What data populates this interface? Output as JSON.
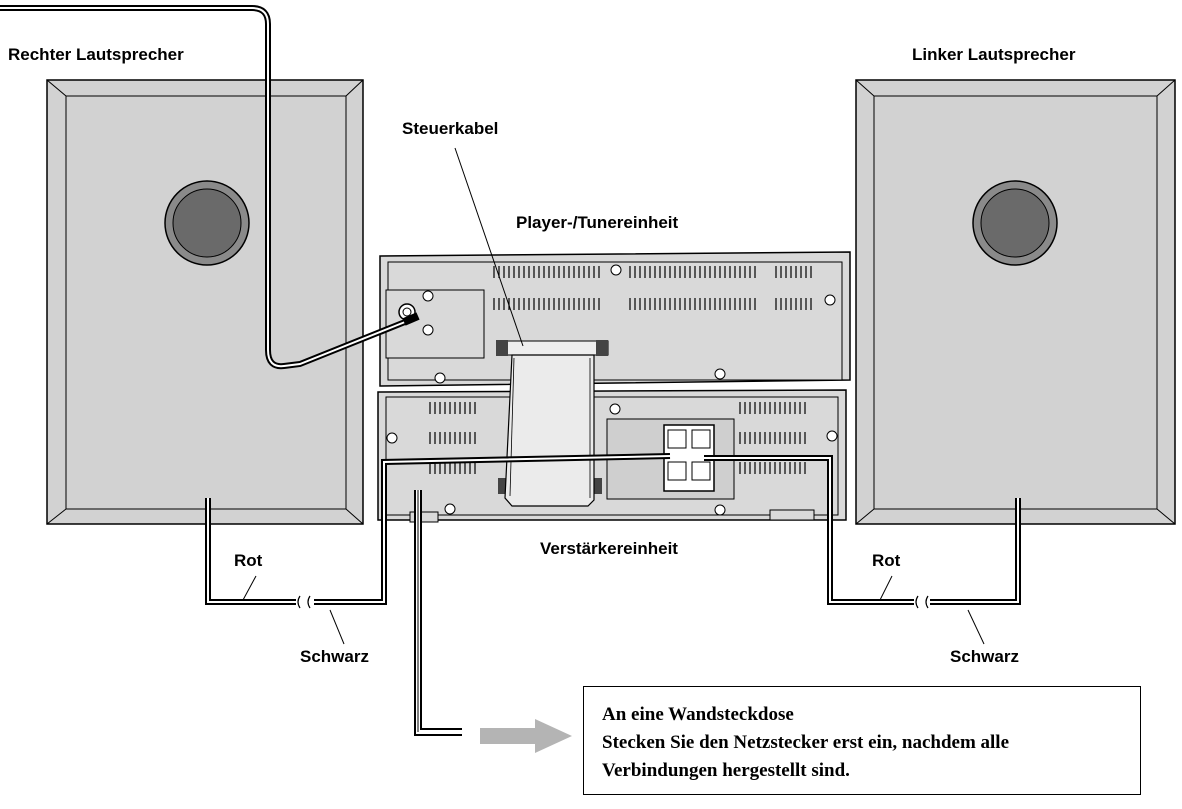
{
  "labels": {
    "right_speaker": "Rechter Lautsprecher",
    "left_speaker": "Linker Lautsprecher",
    "control_cable": "Steuerkabel",
    "player_tuner_unit": "Player-/Tunereinheit",
    "amplifier_unit": "Verstärkereinheit",
    "red_left": "Rot",
    "black_left": "Schwarz",
    "red_right": "Rot",
    "black_right": "Schwarz"
  },
  "note": {
    "line1": "An eine Wandsteckdose",
    "line2": "Stecken Sie den Netzstecker erst ein, nachdem alle",
    "line3": "Verbindungen hergestellt sind."
  },
  "colors": {
    "speaker_face": "#d2d2d2",
    "unit_face": "#d9d9d9",
    "woofer": "#6a6a6a",
    "arrow": "#b4b4b4"
  }
}
